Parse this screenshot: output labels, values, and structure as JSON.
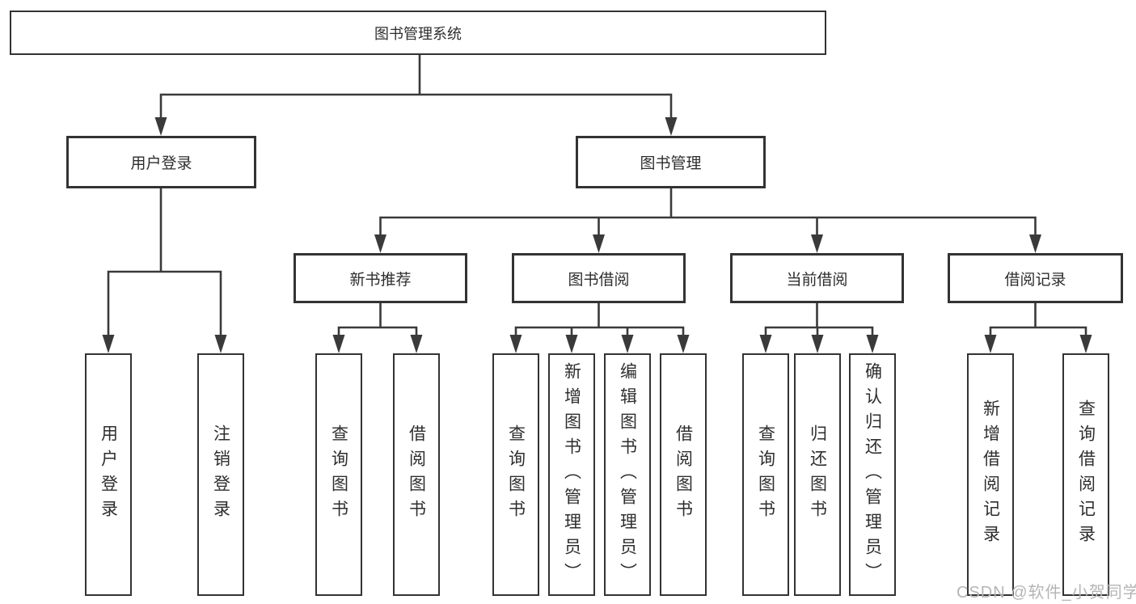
{
  "diagram_title": "图书管理系统",
  "tree": {
    "label": "图书管理系统",
    "children": [
      {
        "label": "用户登录",
        "children": [
          {
            "label": "用户登录"
          },
          {
            "label": "注销登录"
          }
        ]
      },
      {
        "label": "图书管理",
        "children": [
          {
            "label": "新书推荐",
            "children": [
              {
                "label": "查询图书"
              },
              {
                "label": "借阅图书"
              }
            ]
          },
          {
            "label": "图书借阅",
            "children": [
              {
                "label": "查询图书"
              },
              {
                "label": "新增图书（管理员）"
              },
              {
                "label": "编辑图书（管理员）"
              },
              {
                "label": "借阅图书"
              }
            ]
          },
          {
            "label": "当前借阅",
            "children": [
              {
                "label": "查询图书"
              },
              {
                "label": "归还图书"
              },
              {
                "label": "确认归还（管理员）"
              }
            ]
          },
          {
            "label": "借阅记录",
            "children": [
              {
                "label": "新增借阅记录"
              },
              {
                "label": "查询借阅记录"
              }
            ]
          }
        ]
      }
    ]
  },
  "watermark": {
    "text": "CSDN @软件_小贺同学"
  },
  "colors": {
    "line": "#3a3a3a",
    "border": "#333333",
    "text": "#2e2e2e",
    "background": "#ffffff",
    "watermark": "#b5b5b5"
  }
}
